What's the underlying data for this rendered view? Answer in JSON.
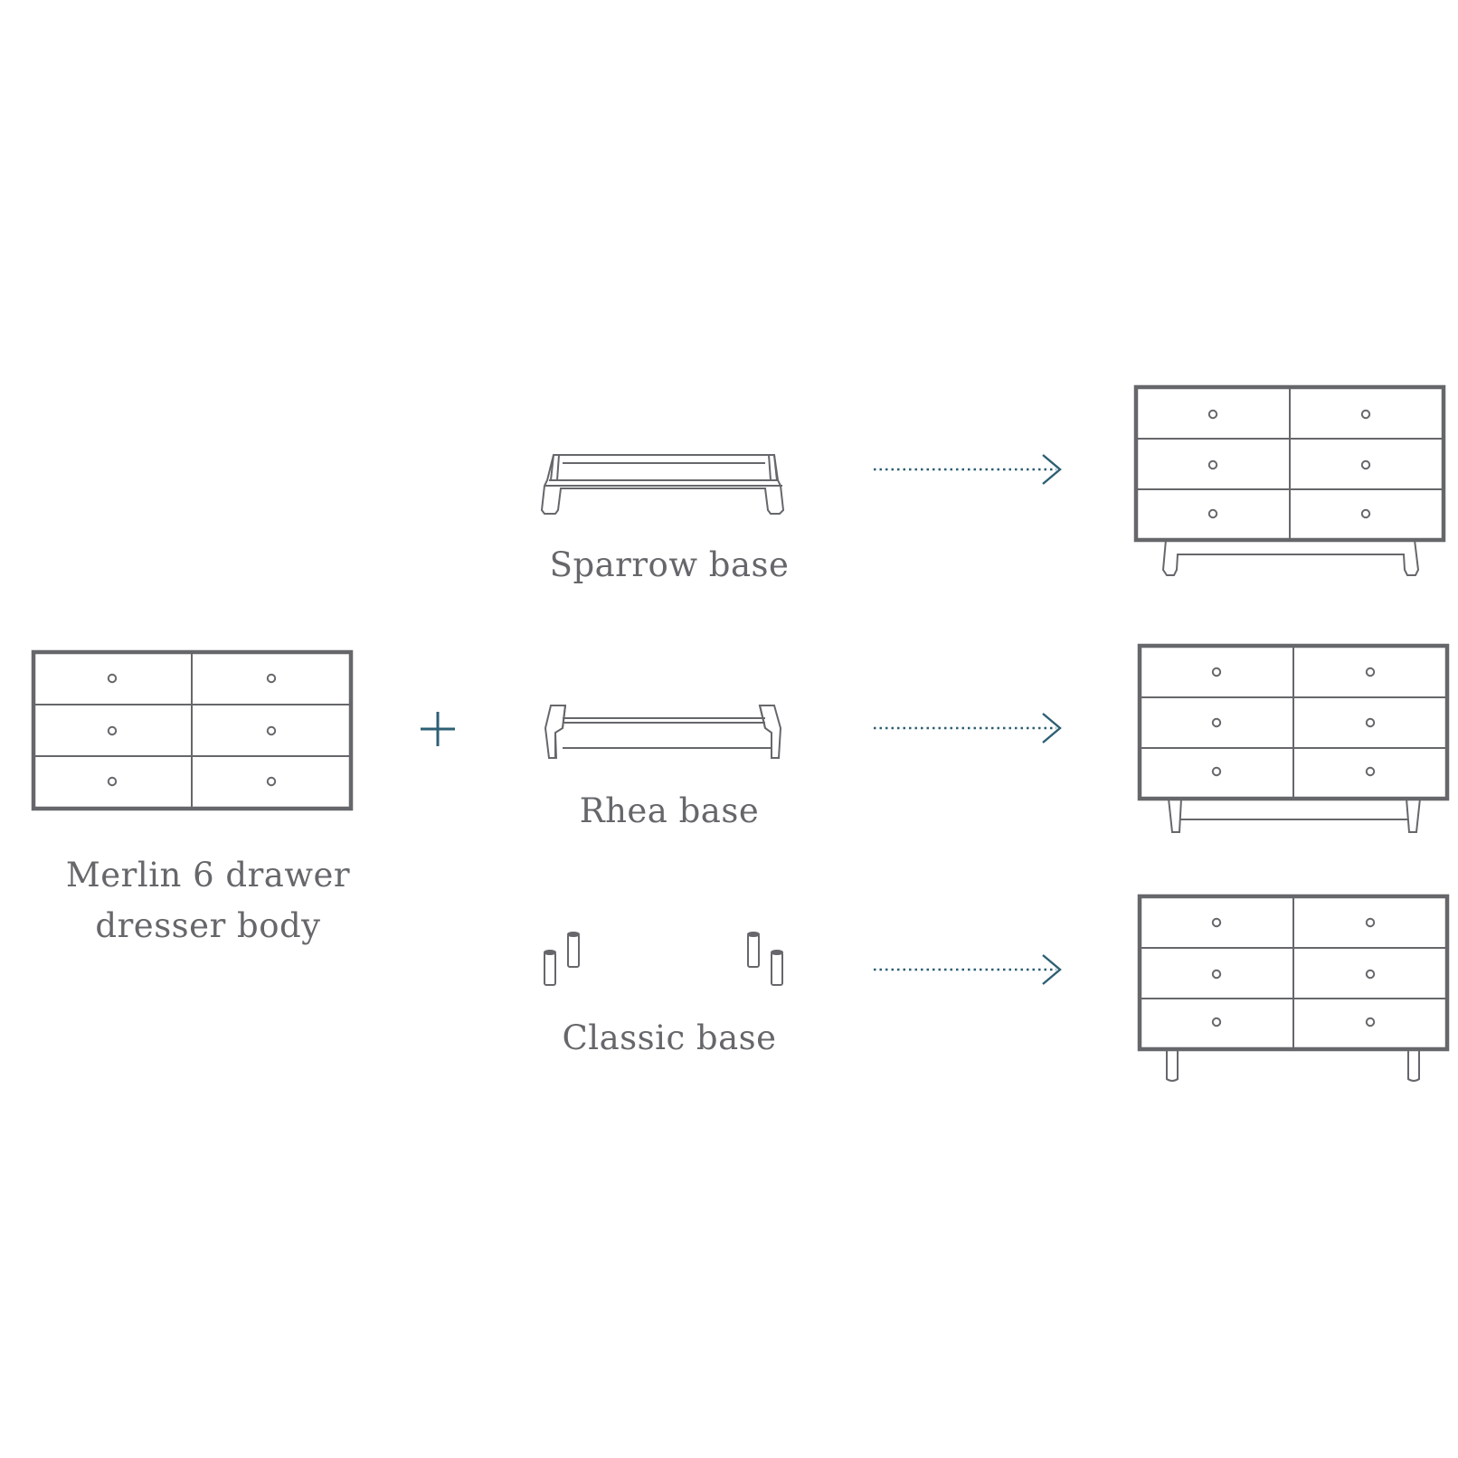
{
  "colors": {
    "ink": "#66676b",
    "accent": "#2d5f73",
    "background": "#ffffff"
  },
  "body": {
    "line1": "Merlin 6 drawer",
    "line2": "dresser body"
  },
  "bases": [
    {
      "label": "Sparrow base",
      "icon": "sparrow-base-icon"
    },
    {
      "label": "Rhea base",
      "icon": "rhea-base-icon"
    },
    {
      "label": "Classic base",
      "icon": "classic-base-icon"
    }
  ]
}
